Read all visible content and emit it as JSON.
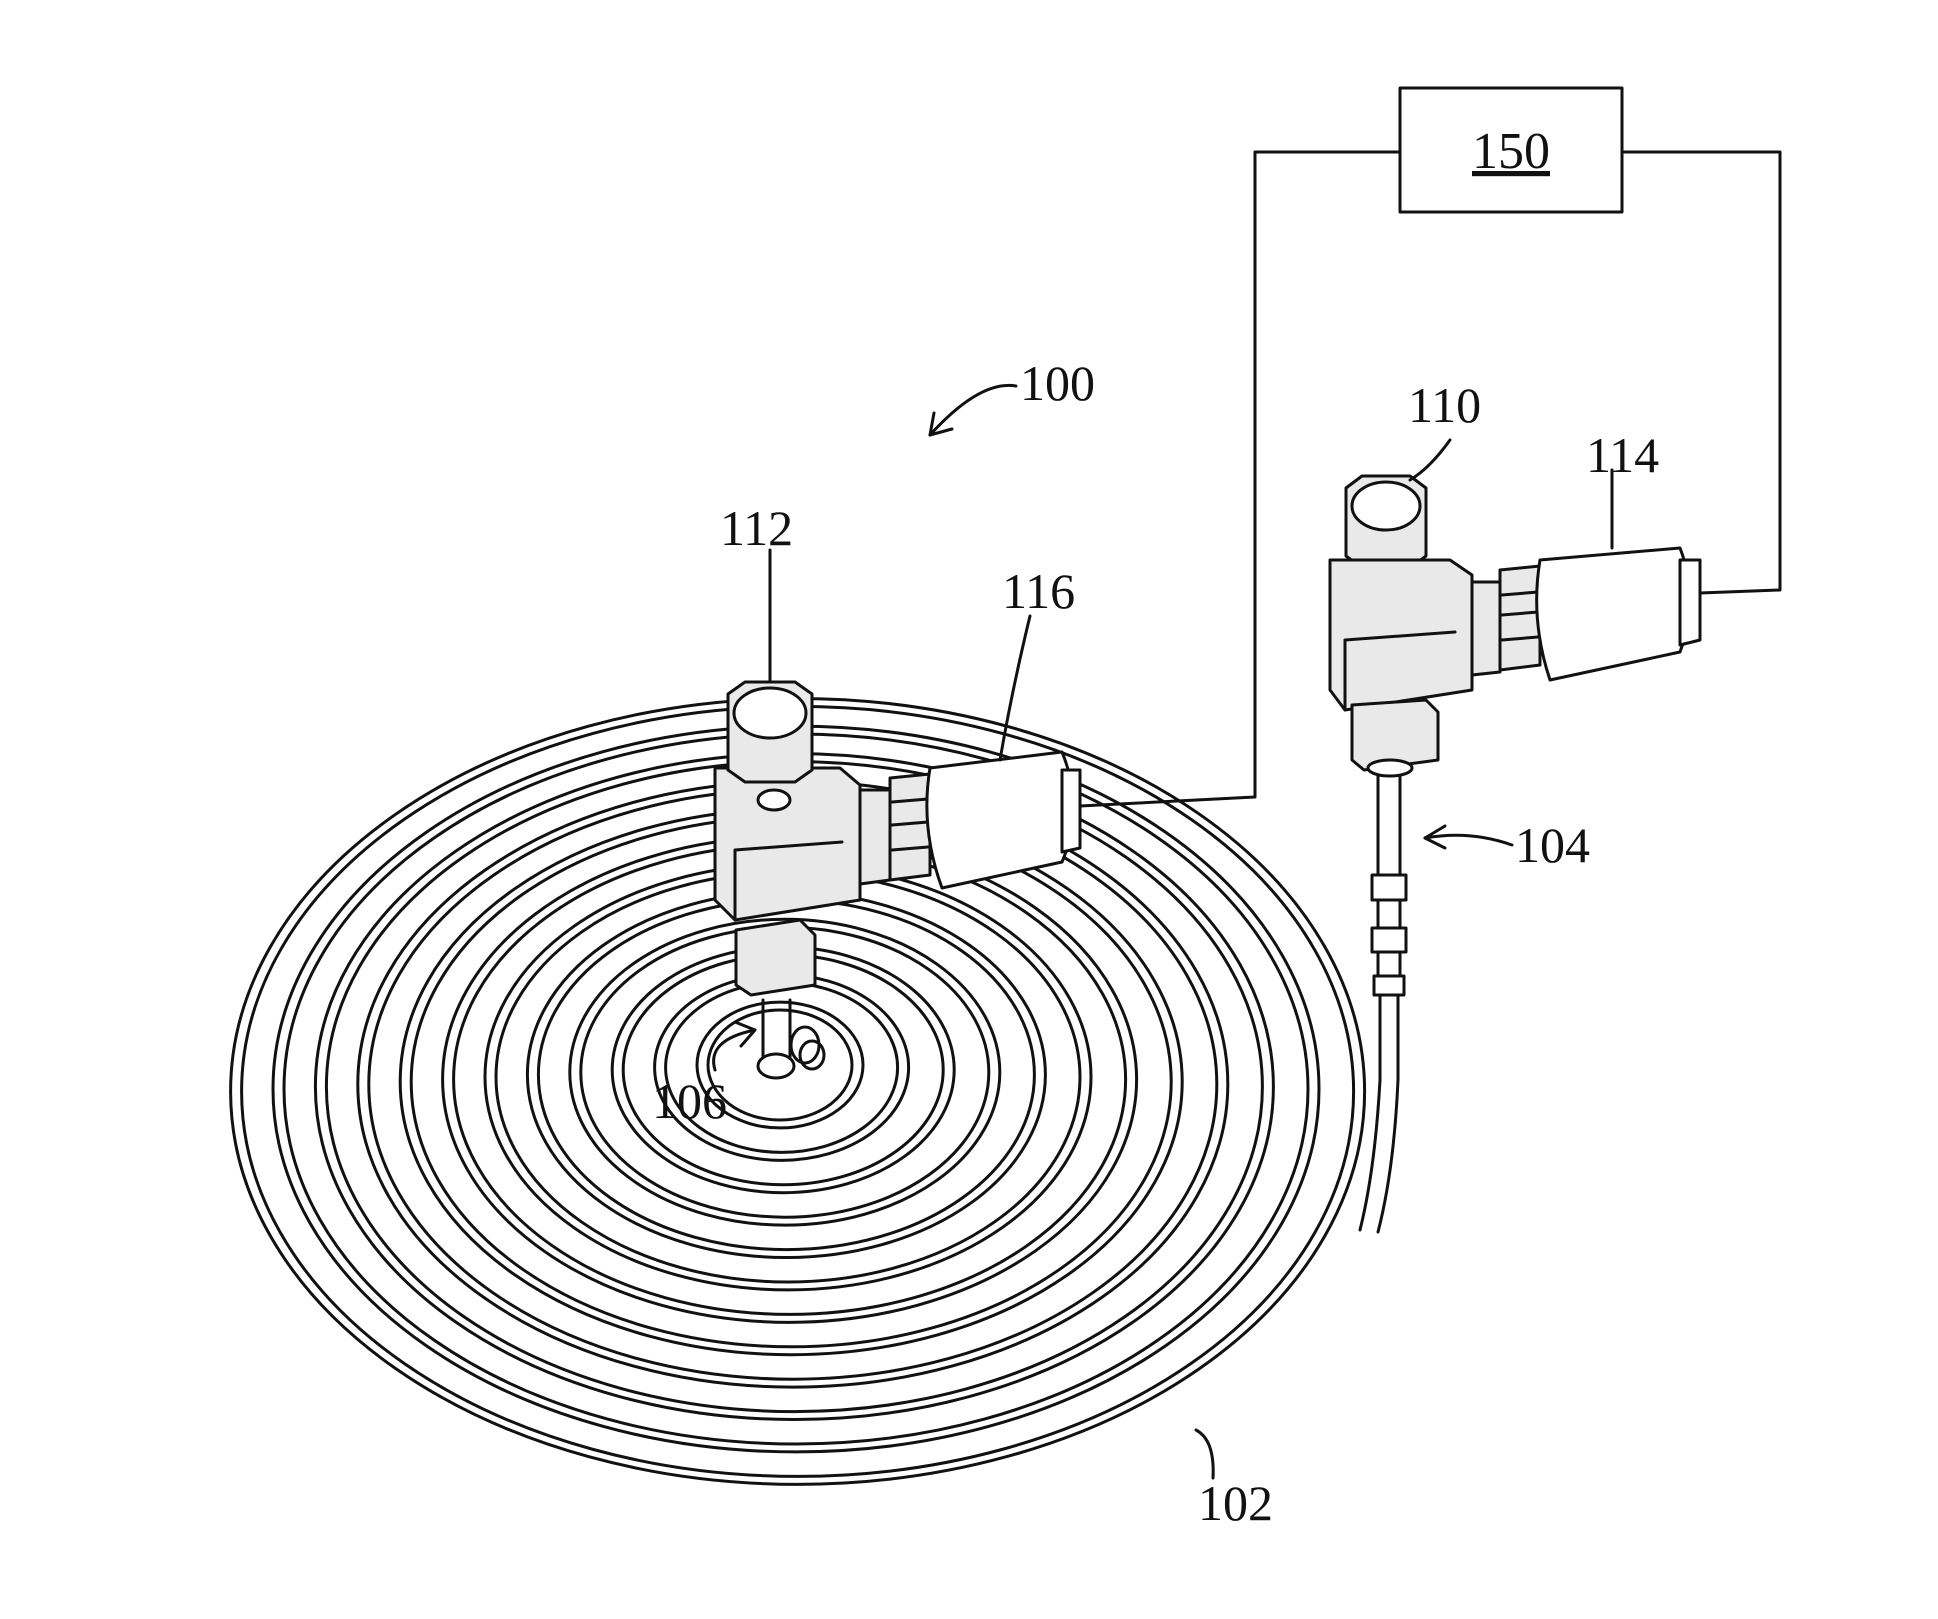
{
  "labels": {
    "controller": "150",
    "system": "100",
    "coil": "102",
    "outlet_tube": "104",
    "inlet_tube": "106",
    "fitting_right": "110",
    "fitting_left": "112",
    "sensor_right": "114",
    "sensor_left": "116"
  }
}
